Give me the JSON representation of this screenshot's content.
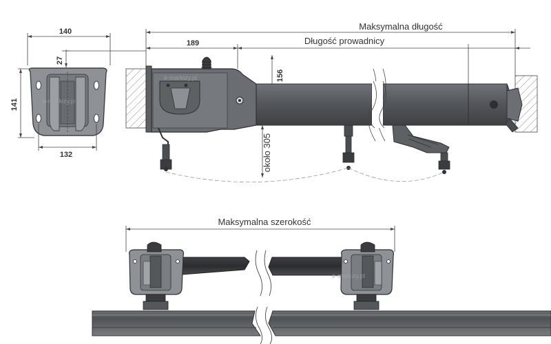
{
  "dimensions": {
    "bracket_width": "140",
    "bracket_height": "141",
    "bracket_offset": "27",
    "bracket_hole_spacing": "132",
    "motor_length": "189",
    "motor_height": "156",
    "drop": "około 305",
    "max_length": "Maksymalna długość",
    "guide_length": "Długość prowadnicy",
    "max_width": "Maksymalna szerokość"
  },
  "watermark": "e-markizy.pl",
  "colors": {
    "metal_dark": "#4a4d50",
    "metal_mid": "#5b5e61",
    "metal_light": "#7d8185",
    "bracket_fill": "#8e9296",
    "wall_hatch": "#8a8a8a",
    "floor_profile": "#5e6163"
  }
}
